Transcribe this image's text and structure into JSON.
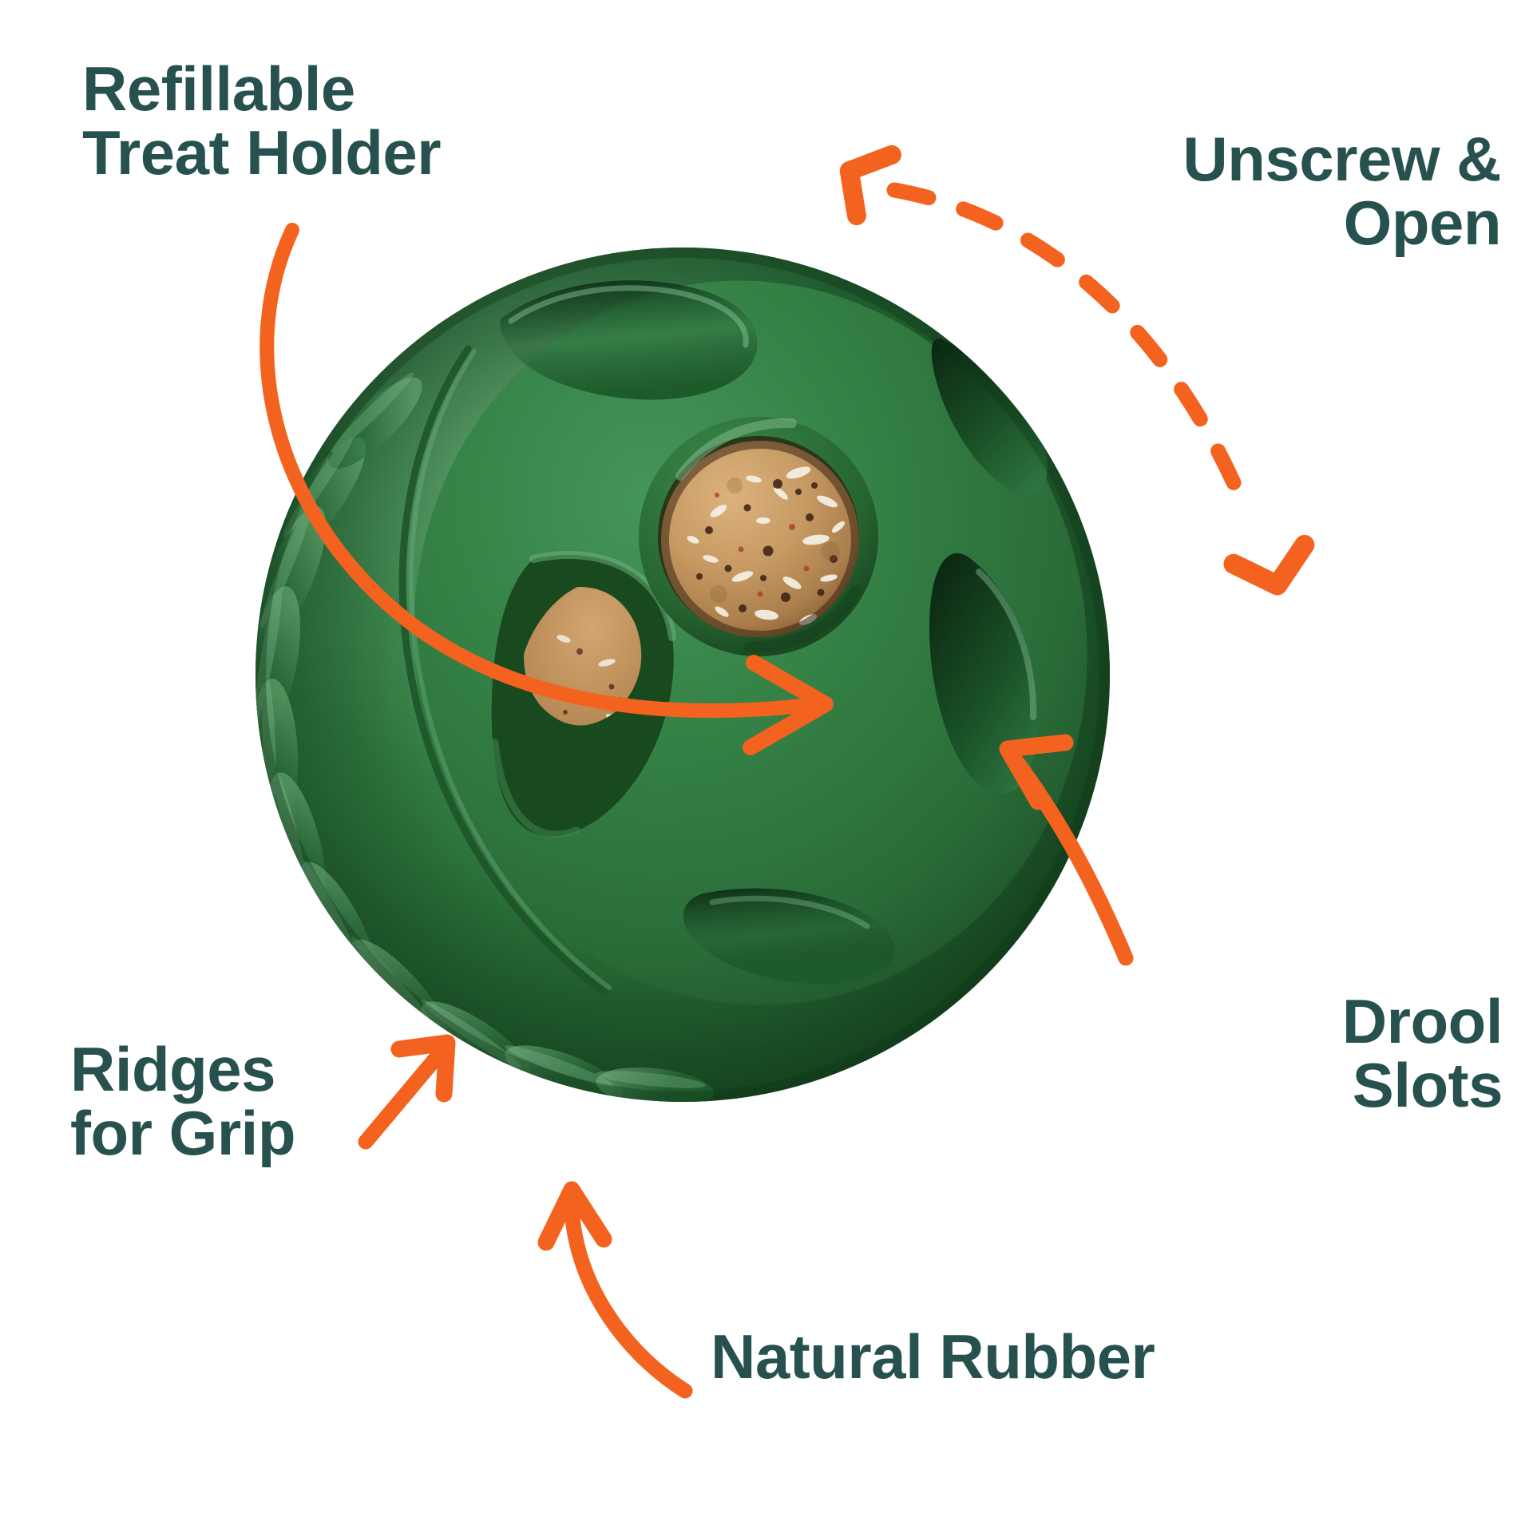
{
  "meta": {
    "title": "Dog Treat Ball Feature Infographic",
    "background_color": "#FFFFFF",
    "label_color": "#27514E",
    "accent_color": "#F4621F",
    "product_color": "#2F7A3E"
  },
  "product": {
    "name": "Refillable rubber treat ball",
    "body_color": "#2F7A3E",
    "body_color_dark": "#1F5530",
    "body_color_light": "#47915A",
    "treat_color": "#C79A63",
    "treat_color_dark": "#8E6438",
    "interior_color": "#123A1F"
  },
  "callouts": [
    {
      "id": "refillable-treat-holder",
      "label": "Refillable\nTreat Holder",
      "position": "top-left",
      "arrow": "curved-arrow-right",
      "arrow_style": "solid",
      "points_to": "treat-hole"
    },
    {
      "id": "unscrew-and-open",
      "label": "Unscrew &\nOpen",
      "position": "top-right",
      "arrow": "dashed-arc-double-arrow",
      "arrow_style": "dashed",
      "points_to": "seam-line"
    },
    {
      "id": "drool-slots",
      "label": "Drool\nSlots",
      "position": "right",
      "arrow": "curved-arrow-up-left",
      "arrow_style": "solid",
      "points_to": "right-slot"
    },
    {
      "id": "ridges-for-grip",
      "label": "Ridges\nfor Grip",
      "position": "bottom-left",
      "arrow": "straight-arrow-up-right",
      "arrow_style": "solid",
      "points_to": "ridges"
    },
    {
      "id": "natural-rubber",
      "label": "Natural Rubber",
      "position": "bottom",
      "arrow": "curved-arrow-up",
      "arrow_style": "solid",
      "points_to": "ball-bottom"
    }
  ],
  "icons": {
    "arrow_head": "arrowhead-icon",
    "dashed_arc": "dashed-arc-icon"
  }
}
